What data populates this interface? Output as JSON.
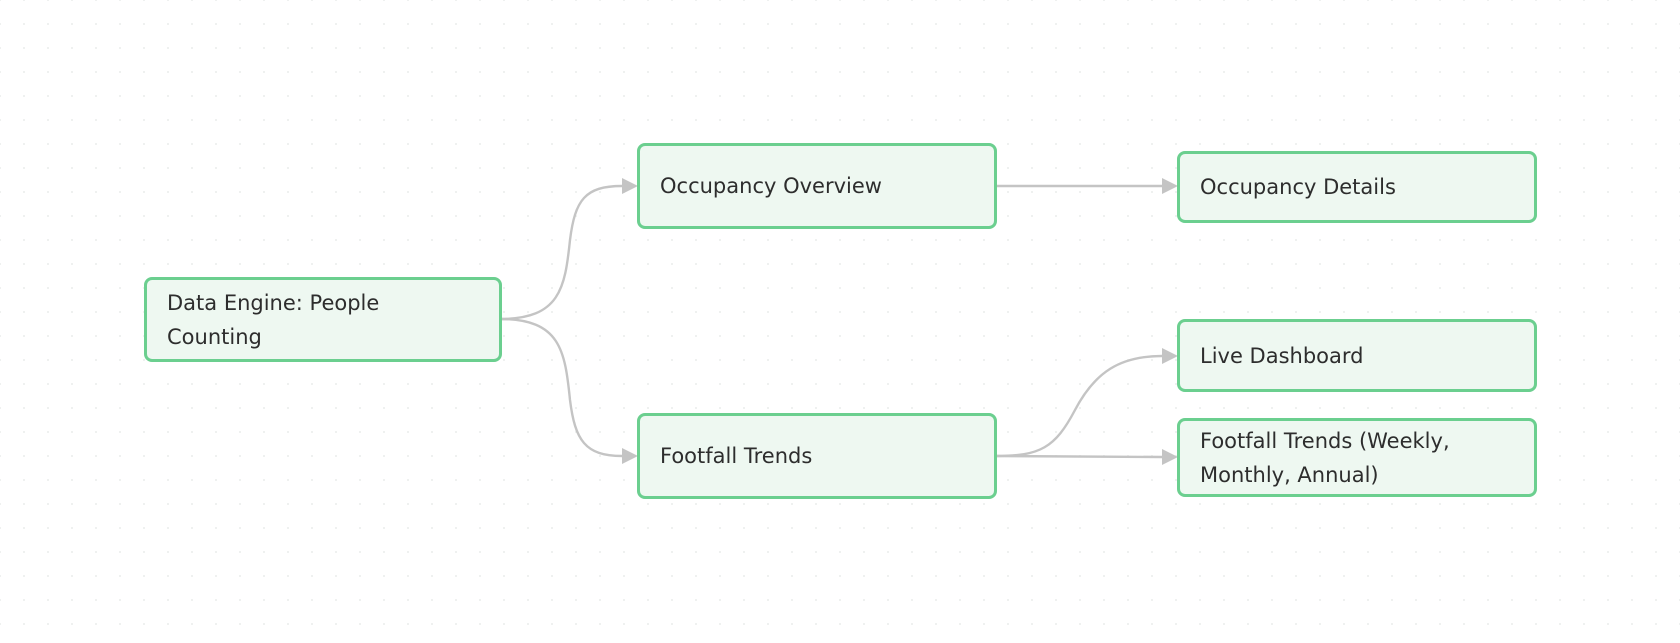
{
  "diagram": {
    "colors": {
      "node_border": "#6bcf8f",
      "node_fill": "#eef8f1",
      "edge": "#c4c4c4",
      "text": "#2d2d2d"
    },
    "nodes": {
      "root": {
        "label": "Data Engine: People\nCounting"
      },
      "occupancy_overview": {
        "label": "Occupancy Overview"
      },
      "footfall_trends": {
        "label": "Footfall Trends"
      },
      "occupancy_details": {
        "label": "Occupancy Details"
      },
      "live_dashboard": {
        "label": "Live Dashboard"
      },
      "footfall_trends_periodic": {
        "label": "Footfall Trends (Weekly,\nMonthly, Annual)"
      }
    },
    "edges": [
      {
        "from": "root",
        "to": "occupancy_overview"
      },
      {
        "from": "root",
        "to": "footfall_trends"
      },
      {
        "from": "occupancy_overview",
        "to": "occupancy_details"
      },
      {
        "from": "footfall_trends",
        "to": "live_dashboard"
      },
      {
        "from": "footfall_trends",
        "to": "footfall_trends_periodic"
      }
    ]
  }
}
